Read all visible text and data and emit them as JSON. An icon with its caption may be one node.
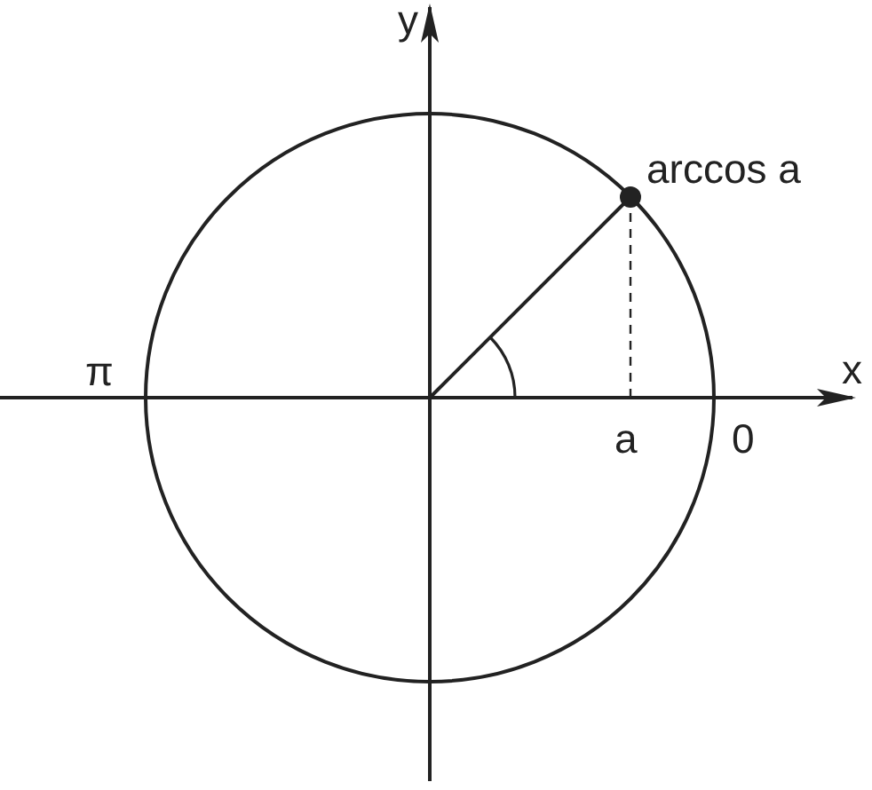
{
  "diagram": {
    "labels": [
      "y",
      "arccos a",
      "π",
      "x",
      "a",
      "0"
    ]
  }
}
